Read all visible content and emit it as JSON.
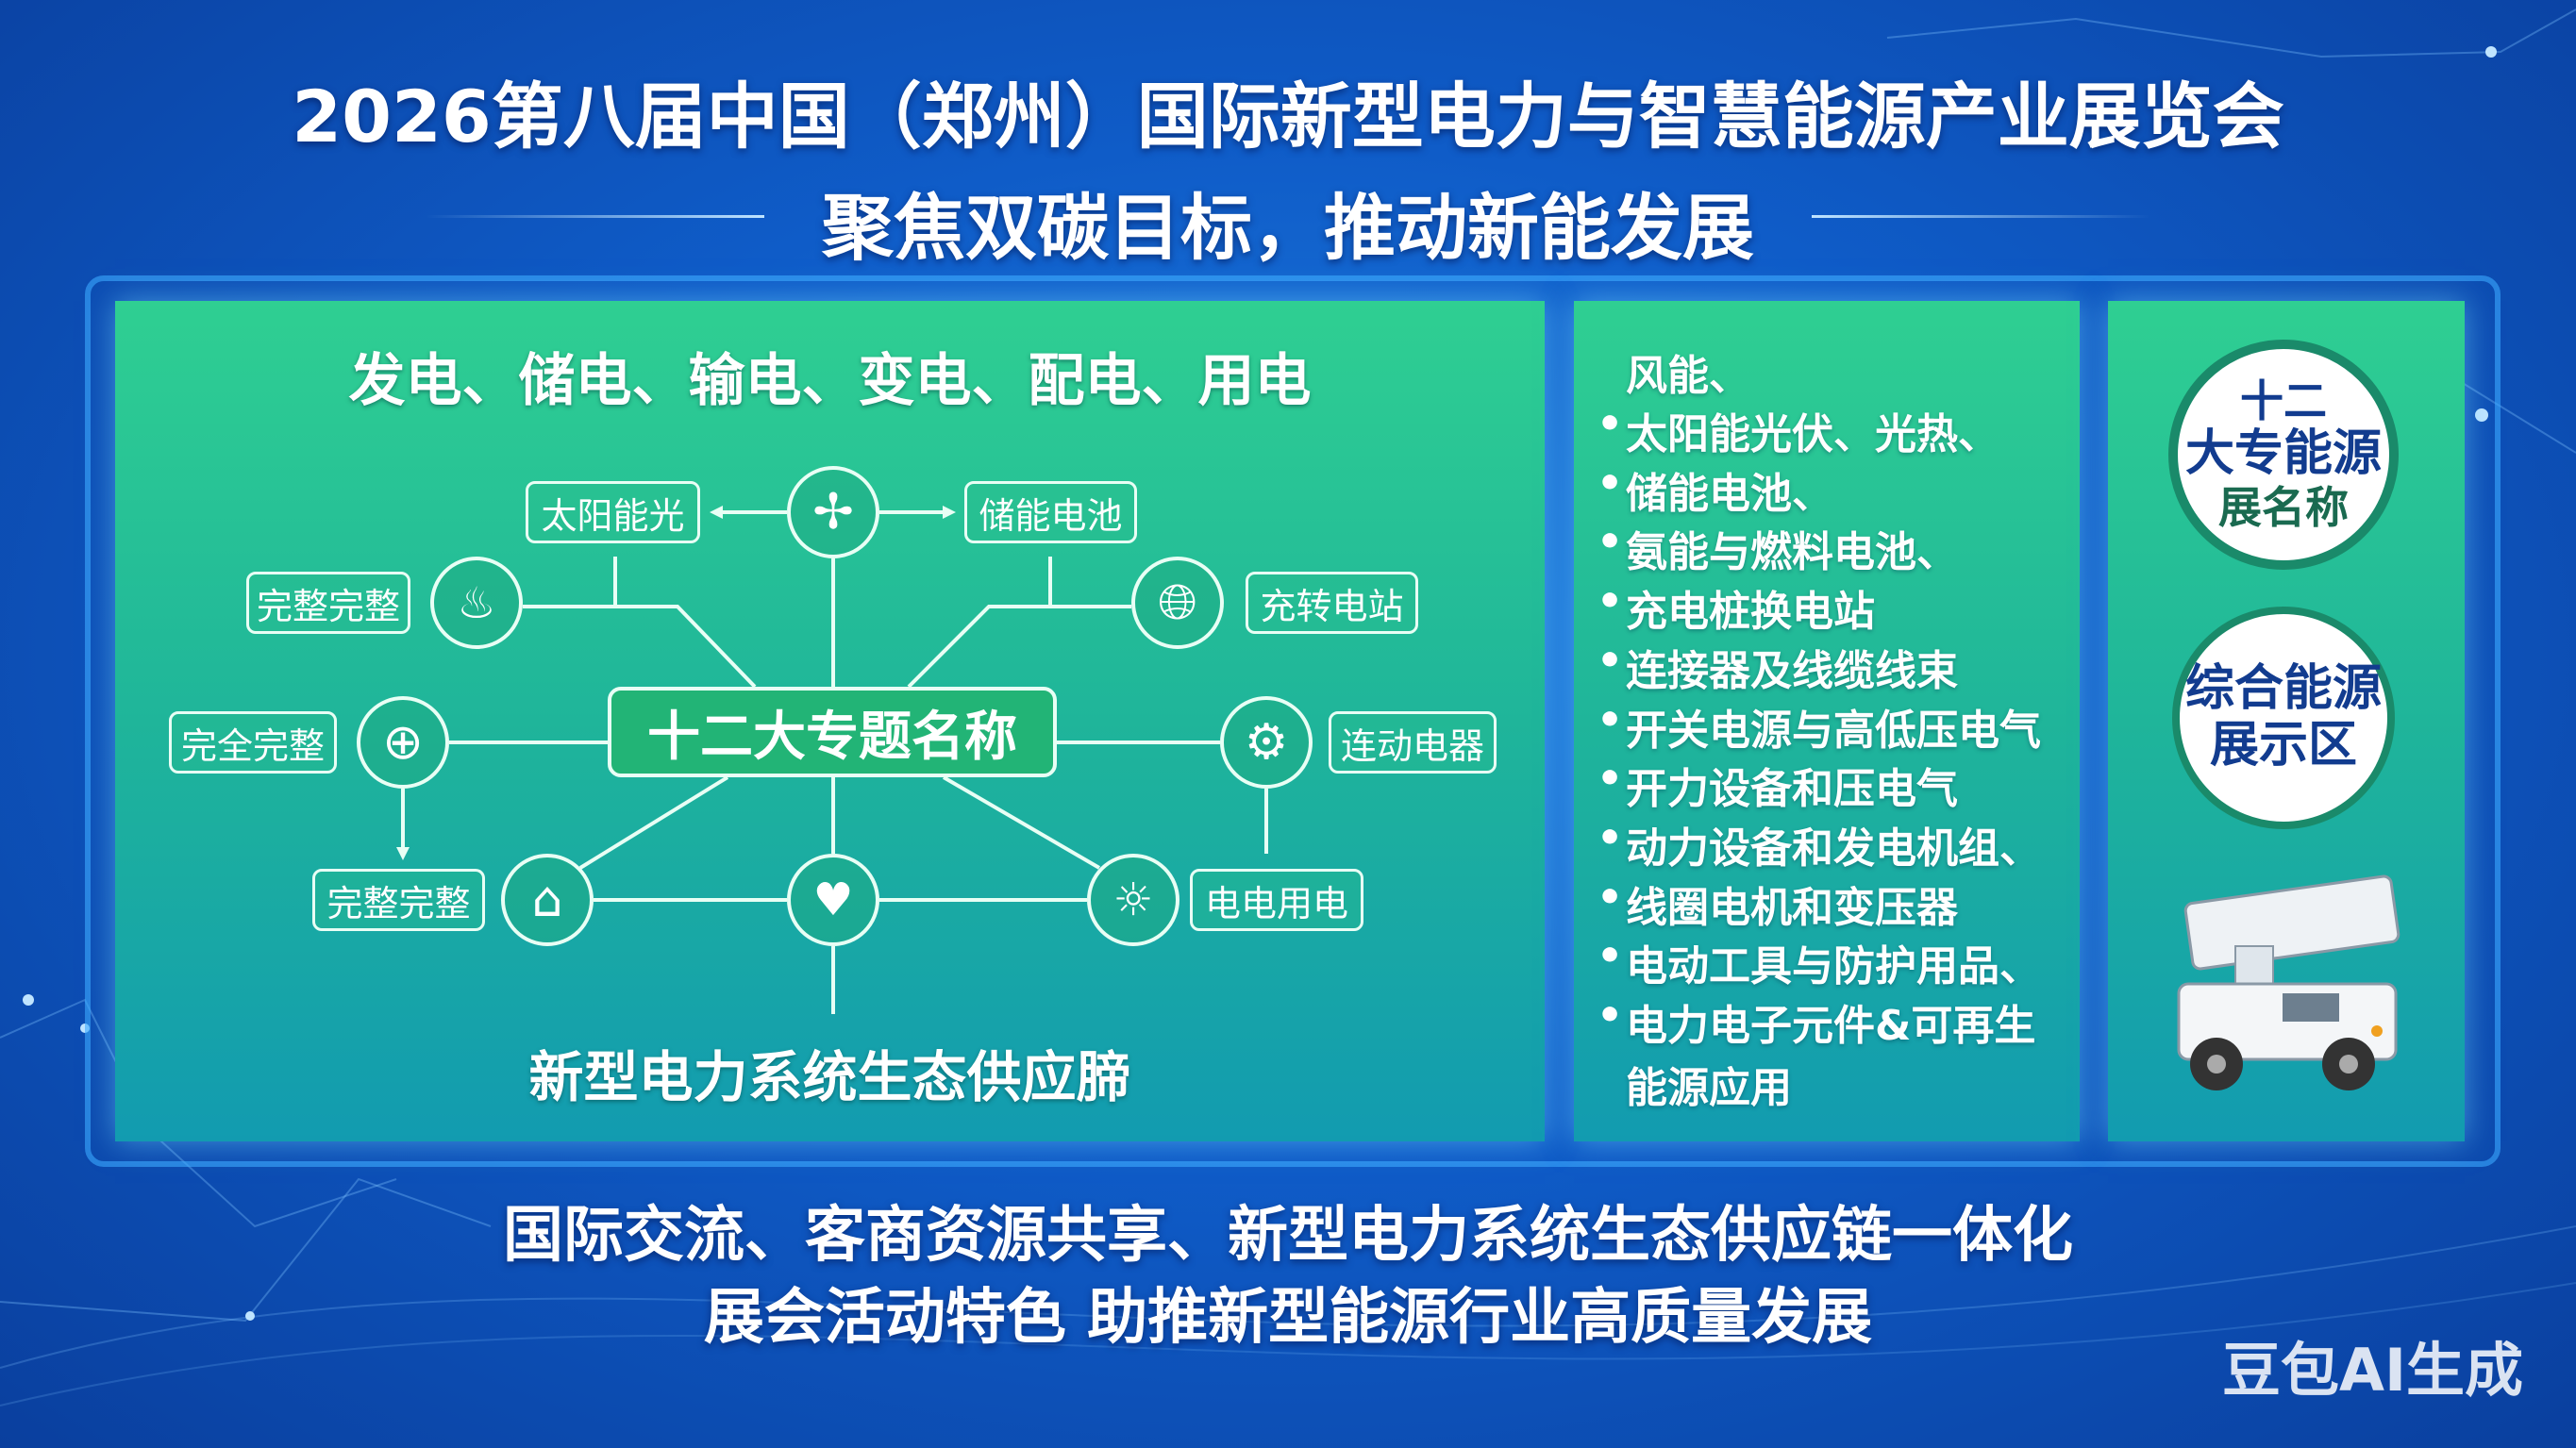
{
  "header": {
    "title": "2026第八届中国（郑州）国际新型电力与智慧能源产业展览会",
    "subtitle": "聚焦双碳目标，推动新能发展"
  },
  "diagram": {
    "heading": "发电、储电、输电、变电、配电、用电",
    "center": "十二大专题名称",
    "nodes": [
      "太阳能光",
      "储能电池",
      "完整完整",
      "充转电站",
      "完全完整",
      "连动电器",
      "完整完整",
      "电电用电"
    ],
    "footer": "新型电力系统生态供应腣"
  },
  "list": {
    "first": "风能、",
    "items": [
      "太阳能光伏、光热、",
      "储能电池、",
      "氨能与燃料电池、",
      "充电桩换电站",
      "连接器及线缆线束",
      "开关电源与高低压电气",
      "开力设备和压电气",
      "动力设备和发电机组、",
      "线圈电机和变压器",
      "电动工具与防护用品、",
      "电力电子元件&可再生"
    ],
    "last": "能源应用"
  },
  "badges": {
    "b1": [
      "十二",
      "大专能源",
      "展名称"
    ],
    "b2": [
      "综合能源",
      "展示区"
    ]
  },
  "bottom": {
    "line1": "国际交流、客商资源共享、新型电力系统生态供应链一体化",
    "line2": "展会活动特色 助推新型能源行业高质量发展"
  },
  "watermark": "豆包AI生成",
  "colors": {
    "panel_green": "#22b476",
    "badge_blue": "#123c8f",
    "badge_green": "#1a8a6a"
  }
}
